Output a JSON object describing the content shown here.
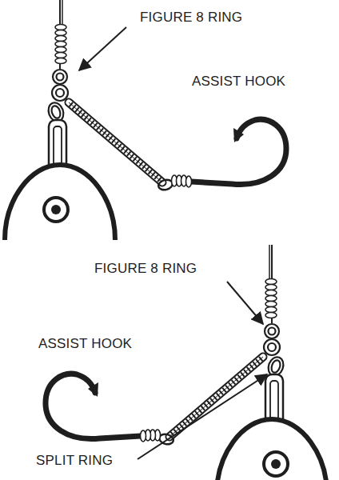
{
  "diagram": {
    "labels": [
      "FIGURE 8 RING",
      "ASSIST HOOK",
      "FIGURE 8 RING",
      "ASSIST HOOK",
      "SPLIT RING"
    ]
  }
}
